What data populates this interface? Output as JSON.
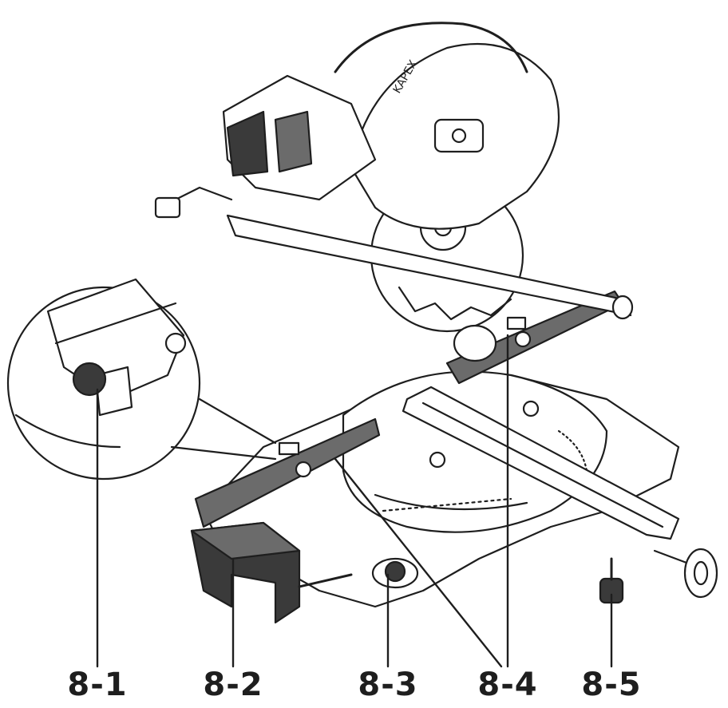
{
  "figure": {
    "callouts": [
      {
        "id": "8-1",
        "text": "8-1"
      },
      {
        "id": "8-2",
        "text": "8-2"
      },
      {
        "id": "8-3",
        "text": "8-3"
      },
      {
        "id": "8-4",
        "text": "8-4"
      },
      {
        "id": "8-5",
        "text": "8-5"
      }
    ],
    "brand_mark": "KAPEX",
    "colors": {
      "ink": "#1e1e1e",
      "part_fill": "#6b6b6b",
      "dark_fill": "#3a3a3a"
    }
  }
}
